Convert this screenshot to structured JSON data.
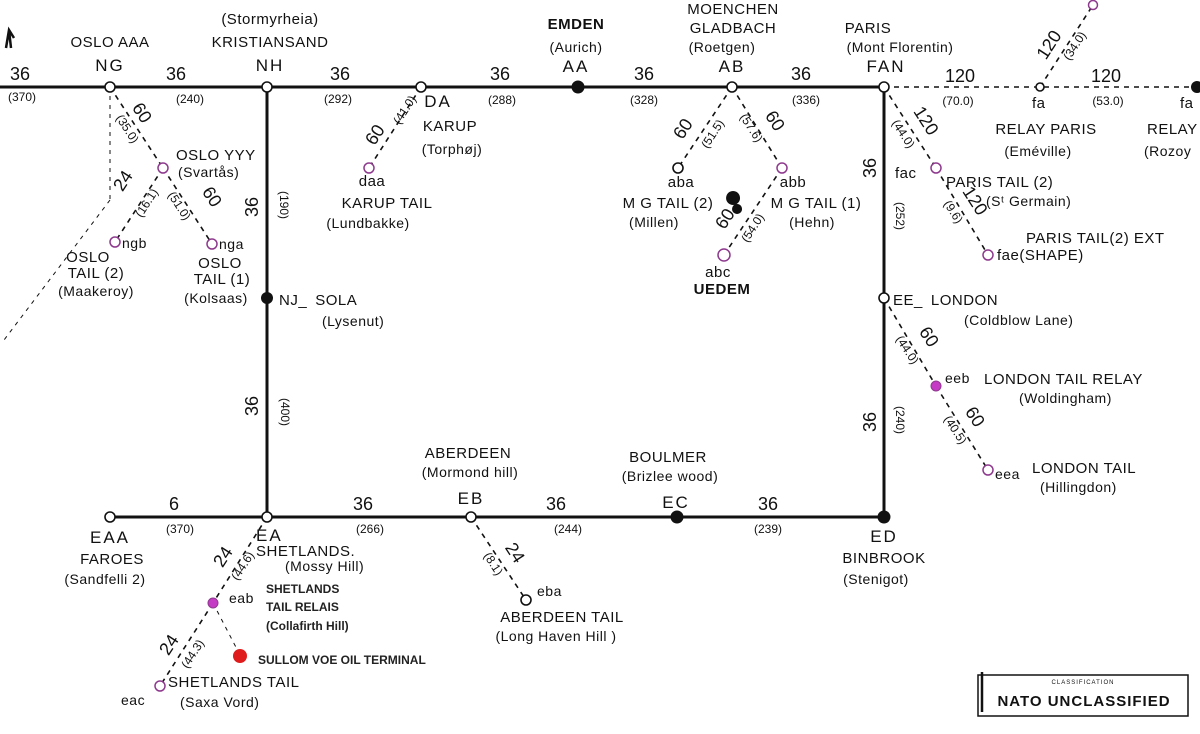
{
  "stations": {
    "ng": {
      "code": "NG",
      "name": "OSLO AAA"
    },
    "nh": {
      "code": "NH",
      "name": "KRISTIANSAND",
      "site": "(Stormyrheia)"
    },
    "da": {
      "code": "DA",
      "name": "KARUP",
      "site": "(Torphøj)"
    },
    "aa": {
      "code": "AA",
      "name": "EMDEN",
      "site": "(Aurich)"
    },
    "ab": {
      "code": "AB",
      "name1": "MOENCHEN",
      "name2": "GLADBACH",
      "site": "(Roetgen)"
    },
    "fan": {
      "code": "FAN",
      "name": "PARIS",
      "site": "(Mont Florentin)"
    },
    "nj": {
      "code": "NJ",
      "sep": "_",
      "name": "SOLA",
      "site": "(Lysenut)"
    },
    "ee": {
      "code": "EE",
      "sep": "_",
      "name": "LONDON",
      "site": "(Coldblow Lane)"
    },
    "eaa": {
      "code": "EAA",
      "name": "FAROES",
      "site": "(Sandfelli 2)"
    },
    "ea": {
      "code": "EA",
      "name": "SHETLANDS.",
      "site": "(Mossy Hill)"
    },
    "eb": {
      "code": "EB",
      "name": "ABERDEEN",
      "site": "(Mormond hill)"
    },
    "ec": {
      "code": "EC",
      "name": "BOULMER",
      "site": "(Brizlee wood)"
    },
    "ed": {
      "code": "ED",
      "name": "BINBROOK",
      "site": "(Stenigot)"
    }
  },
  "tails": {
    "oslo_yyy": {
      "name": "OSLO YYY",
      "site": "(Svartås)"
    },
    "ngb": {
      "code": "ngb",
      "name1": "OSLO",
      "name2": "TAIL (2)",
      "site": "(Maakeroy)"
    },
    "nga": {
      "code": "nga",
      "name1": "OSLO",
      "name2": "TAIL (1)",
      "site": "(Kolsaas)"
    },
    "daa": {
      "code": "daa",
      "name": "KARUP TAIL",
      "site": "(Lundbakke)"
    },
    "aba": {
      "code": "aba",
      "name": "M G TAIL (2)",
      "site": "(Millen)"
    },
    "abb": {
      "code": "abb",
      "name": "M G TAIL (1)",
      "site": "(Hehn)"
    },
    "abc": {
      "code": "abc",
      "name": "UEDEM"
    },
    "fac": {
      "code": "fac",
      "name": "PARIS TAIL (2)",
      "site": "(Sᵗ Germain)"
    },
    "fae": {
      "code": "fae",
      "site": "(SHAPE)",
      "name": "PARIS TAIL(2) EXT"
    },
    "fa1": {
      "code": "fa",
      "name": "RELAY PARIS",
      "site": "(Eméville)"
    },
    "fa2": {
      "code": "fa",
      "name": "RELAY",
      "site": "(Rozoy"
    },
    "eeb": {
      "code": "eeb",
      "name": "LONDON TAIL RELAY",
      "site": "(Woldingham)"
    },
    "eea": {
      "code": "eea",
      "name": "LONDON TAIL",
      "site": "(Hillingdon)"
    },
    "eab": {
      "code": "eab",
      "name1": "SHETLANDS",
      "name2": "TAIL RELAIS",
      "site": "(Collafirth Hill)"
    },
    "eac": {
      "code": "eac",
      "name": "SHETLANDS TAIL",
      "site": "(Saxa Vord)"
    },
    "eba": {
      "code": "eba",
      "name": "ABERDEEN TAIL",
      "site": "(Long Haven Hill )"
    },
    "oil": {
      "name": "SULLOM VOE OIL TERMINAL"
    }
  },
  "links": {
    "west_36": {
      "ch": "36",
      "dist": "(370)"
    },
    "ng_nh": {
      "ch": "36",
      "dist": "(240)"
    },
    "nh_da": {
      "ch": "36",
      "dist": "(292)"
    },
    "da_aa": {
      "ch": "36",
      "dist": "(288)"
    },
    "aa_ab": {
      "ch": "36",
      "dist": "(328)"
    },
    "ab_fan": {
      "ch": "36",
      "dist": "(336)"
    },
    "fan_fa1": {
      "ch": "120",
      "dist": "(70.0)"
    },
    "fa1_fa2": {
      "ch": "120",
      "dist": "(53.0)"
    },
    "north_fa": {
      "ch": "120",
      "dist": "(34.0)"
    },
    "ng_tail": {
      "ch": "60",
      "dist": "(35.0)"
    },
    "ngb": {
      "ch": "24",
      "dist": "(16.1)"
    },
    "nga": {
      "ch": "60",
      "dist": "(51.0)"
    },
    "daa": {
      "ch": "60",
      "dist": "(41.0)"
    },
    "aba": {
      "ch": "60",
      "dist": "(51.5)"
    },
    "abb": {
      "ch": "60",
      "dist": "(57.6)"
    },
    "abc": {
      "ch": "60",
      "dist": "(54.0)"
    },
    "fac": {
      "ch": "120",
      "dist": "(44.0)"
    },
    "fae": {
      "ch": "120",
      "dist": "(9.6)"
    },
    "nh_nj": {
      "ch": "36",
      "dist": "(190)"
    },
    "nj_ea": {
      "ch": "36",
      "dist": "(400)"
    },
    "fan_ee": {
      "ch": "36",
      "dist": "(252)"
    },
    "ee_ed": {
      "ch": "36",
      "dist": "(240)"
    },
    "ee_eeb": {
      "ch": "60",
      "dist": "(44.0)"
    },
    "eeb_eea": {
      "ch": "60",
      "dist": "(40.5)"
    },
    "eaa_ea": {
      "ch": "6",
      "dist": "(370)"
    },
    "ea_eb": {
      "ch": "36",
      "dist": "(266)"
    },
    "eb_ec": {
      "ch": "36",
      "dist": "(244)"
    },
    "ec_ed": {
      "ch": "36",
      "dist": "(239)"
    },
    "ea_eab": {
      "ch": "24",
      "dist": "(44.6)"
    },
    "eab_eac": {
      "ch": "24",
      "dist": "(44.3)"
    },
    "eb_eba": {
      "ch": "24",
      "dist": "(8.1)"
    }
  },
  "classification": {
    "heading": "CLASSIFICATION",
    "label": "NATO UNCLASSIFIED"
  },
  "colors": {
    "line": "#111111",
    "tail_node": "#8e3a8e",
    "relay_node": "#c43ac4",
    "oil_terminal": "#e01b1b"
  }
}
